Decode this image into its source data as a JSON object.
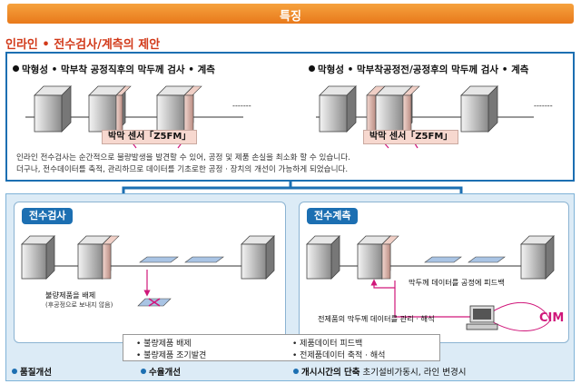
{
  "header": {
    "title": "특징"
  },
  "subtitle": "인라인 • 전수검사/계측의 제안",
  "top": {
    "left_heading": "막형성 • 막부착 공정직후의 막두께 검사 • 계측",
    "right_heading": "막형성 • 막부착공정전/공정후의 막두께 검사 • 계측",
    "sensor_label_left": "박막 센서「Z5FM」",
    "sensor_label_right": "박막 센서「Z5FM」",
    "dashes": "-------",
    "desc_line1": "인라인 전수검사는 순간적으로 불량발생을 발견할 수 있어, 공정 및 제품 손실을 최소화 할 수 있습니다.",
    "desc_line2": "더구나, 전수데이터를 축적, 관리하므로 데이터를 기초로한 공정 · 장치의 개선이 가능하게 되었습니다."
  },
  "inspection": {
    "tag": "전수검사",
    "reject_label": "불량제품을 배제",
    "reject_sub": "(후공정으로 보내지 않음)"
  },
  "measurement": {
    "tag": "전수계측",
    "feedback_label": "막두께 데이터를 공정에 피드백",
    "manage_label": "전제품의 막두께 데이터를 관리 · 해석",
    "cim": "CIM"
  },
  "bullets": {
    "left": [
      "• 불량제품 배제",
      "• 불량제품 조기발견"
    ],
    "right": [
      "• 제품데이터 피드백",
      "• 전제품데이터 축적 · 해석"
    ]
  },
  "footer": {
    "quality": "품질개선",
    "yield": "수율개선",
    "time_bold": "개시시간의 단축",
    "time_rest": "초기설비가동시, 라인 변경시"
  }
}
